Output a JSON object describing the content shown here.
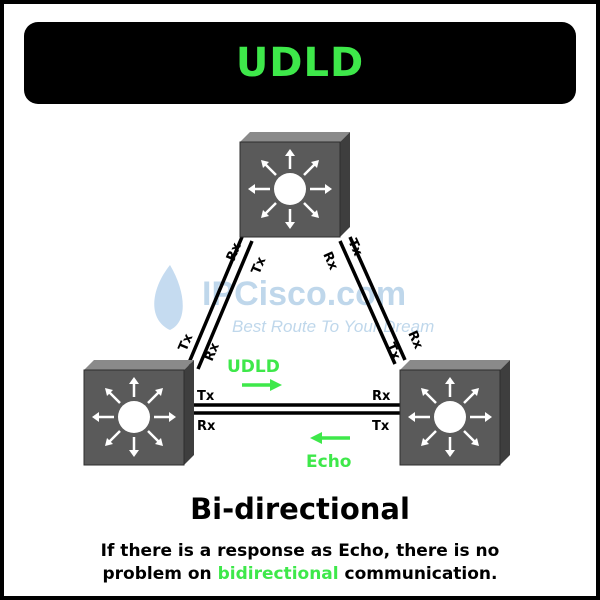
{
  "title": "UDLD",
  "watermark": {
    "brand": "IPCisco.com",
    "tagline": "Best Route To Your Dream"
  },
  "ports": {
    "tx": "Tx",
    "rx": "Rx"
  },
  "arrows": {
    "udld_label": "UDLD",
    "echo_label": "Echo"
  },
  "heading": "Bi-directional",
  "description": {
    "line1": "If there is a response as Echo, there is no",
    "line2_part1": "problem on ",
    "line2_highlight": "bidirectional",
    "line2_part2": " communication."
  },
  "colors": {
    "accent": "#3ee84a",
    "switch": "#5a5a5a",
    "background": "#ffffff"
  }
}
